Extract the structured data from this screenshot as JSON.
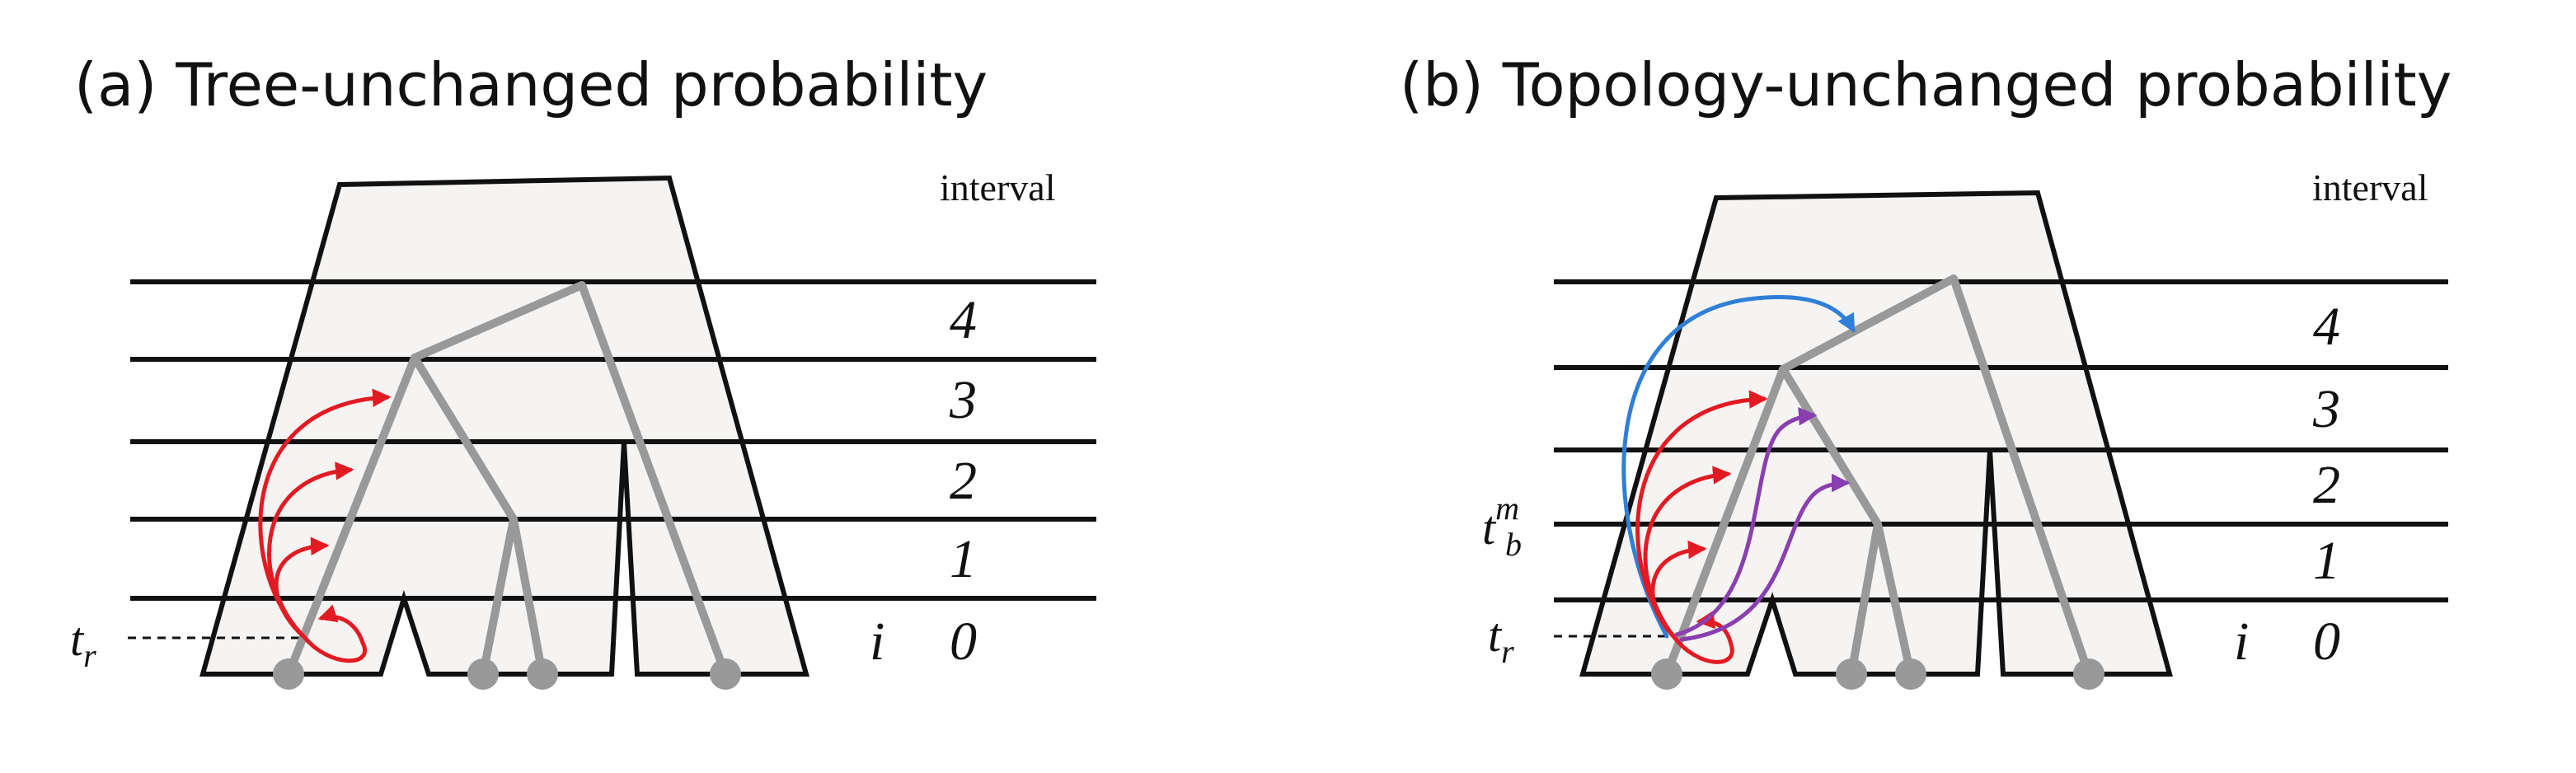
{
  "panels": [
    {
      "title": "(a) Tree-unchanged probability",
      "interval_header": "interval",
      "intervals": [
        "4",
        "3",
        "2",
        "1",
        "0"
      ],
      "index_label": "i",
      "t_r_label": {
        "base": "t",
        "sub": "r"
      }
    },
    {
      "title": "(b) Topology-unchanged probability",
      "interval_header": "interval",
      "intervals": [
        "4",
        "3",
        "2",
        "1",
        "0"
      ],
      "index_label": "i",
      "t_r_label": {
        "base": "t",
        "sub": "r"
      },
      "t_bm_label": {
        "base": "t",
        "sub": "b",
        "sup": "m"
      }
    }
  ],
  "colors": {
    "red_arrows": "#e21b23",
    "blue_arrow": "#2f7fd9",
    "purple_arrows": "#8a3fb0",
    "tree": "#999999",
    "species_shape_fill": "#f5f4f2"
  }
}
